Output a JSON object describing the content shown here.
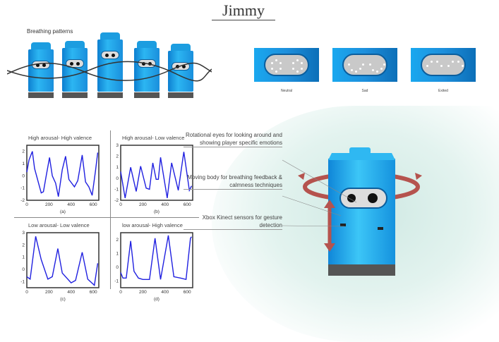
{
  "title": "Jimmy",
  "breathing_label": "Breathing patterns",
  "faces": [
    {
      "label": "Neutral"
    },
    {
      "label": "Sad"
    },
    {
      "label": "Exited"
    }
  ],
  "annotations": [
    "Rotational eyes for looking around and showing player specific emotions",
    "Moving body for breathing feedback & calmness techniques",
    "Xbox Kinect sensors for gesture detection"
  ],
  "colors": {
    "robot": "#1ea6ec",
    "arrow": "#b5534e",
    "line": "#2020e0"
  },
  "chart_data": [
    {
      "type": "line",
      "title": "High arousal- High valence",
      "caption": "(a)",
      "xlim": [
        0,
        650
      ],
      "ylim": [
        -2,
        2.5
      ],
      "xticks": [
        0,
        200,
        400,
        600
      ],
      "yticks": [
        -2,
        -1,
        0,
        1,
        2
      ],
      "points": [
        [
          0,
          0.3
        ],
        [
          20,
          1.3
        ],
        [
          50,
          2.0
        ],
        [
          70,
          0.6
        ],
        [
          100,
          -0.4
        ],
        [
          130,
          -1.4
        ],
        [
          150,
          -1.3
        ],
        [
          175,
          0
        ],
        [
          205,
          1.5
        ],
        [
          230,
          0
        ],
        [
          260,
          -0.6
        ],
        [
          285,
          -1.7
        ],
        [
          320,
          0.5
        ],
        [
          350,
          1.6
        ],
        [
          380,
          -0.3
        ],
        [
          430,
          -0.9
        ],
        [
          460,
          -0.4
        ],
        [
          500,
          1.7
        ],
        [
          530,
          -0.5
        ],
        [
          560,
          -0.9
        ],
        [
          590,
          -1.6
        ],
        [
          620,
          0.4
        ],
        [
          640,
          1.9
        ]
      ]
    },
    {
      "type": "line",
      "title": "High arousal- Low valence",
      "caption": "(b)",
      "xlim": [
        0,
        650
      ],
      "ylim": [
        -2,
        3
      ],
      "xticks": [
        0,
        200,
        400,
        600
      ],
      "yticks": [
        -2,
        -1,
        0,
        1,
        2,
        3
      ],
      "points": [
        [
          0,
          0.6
        ],
        [
          40,
          -1.8
        ],
        [
          90,
          1.0
        ],
        [
          140,
          -1.2
        ],
        [
          180,
          1.1
        ],
        [
          230,
          -0.9
        ],
        [
          260,
          -1.0
        ],
        [
          290,
          1.4
        ],
        [
          320,
          -0.1
        ],
        [
          340,
          -0.1
        ],
        [
          360,
          1.9
        ],
        [
          420,
          -1.8
        ],
        [
          460,
          1.4
        ],
        [
          520,
          -1.1
        ],
        [
          570,
          2.4
        ],
        [
          620,
          -1.1
        ],
        [
          640,
          -0.7
        ]
      ]
    },
    {
      "type": "line",
      "title": "Low arousal- Low valence",
      "caption": "(c)",
      "xlim": [
        0,
        650
      ],
      "ylim": [
        -1.5,
        3
      ],
      "xticks": [
        0,
        200,
        400,
        600
      ],
      "yticks": [
        -1,
        0,
        1,
        2,
        3
      ],
      "points": [
        [
          0,
          -0.6
        ],
        [
          30,
          -0.8
        ],
        [
          80,
          2.7
        ],
        [
          130,
          0.8
        ],
        [
          190,
          -0.8
        ],
        [
          230,
          -0.6
        ],
        [
          280,
          1.7
        ],
        [
          320,
          -0.3
        ],
        [
          400,
          -1.1
        ],
        [
          440,
          -0.9
        ],
        [
          500,
          1.4
        ],
        [
          550,
          -0.8
        ],
        [
          610,
          -1.3
        ],
        [
          640,
          0.5
        ]
      ]
    },
    {
      "type": "line",
      "title": "low arousal- High valence",
      "caption": "(d)",
      "xlim": [
        0,
        650
      ],
      "ylim": [
        -1.5,
        2.5
      ],
      "xticks": [
        0,
        200,
        400,
        600
      ],
      "yticks": [
        -1,
        0,
        1,
        2
      ],
      "points": [
        [
          0,
          -0.4
        ],
        [
          20,
          -0.8
        ],
        [
          50,
          -0.8
        ],
        [
          90,
          1.9
        ],
        [
          120,
          -0.3
        ],
        [
          160,
          -0.8
        ],
        [
          200,
          -0.9
        ],
        [
          260,
          -0.9
        ],
        [
          310,
          2.1
        ],
        [
          360,
          -0.9
        ],
        [
          430,
          2.3
        ],
        [
          480,
          -0.7
        ],
        [
          540,
          -0.8
        ],
        [
          590,
          -0.9
        ],
        [
          630,
          2.1
        ],
        [
          640,
          2.2
        ]
      ]
    }
  ]
}
